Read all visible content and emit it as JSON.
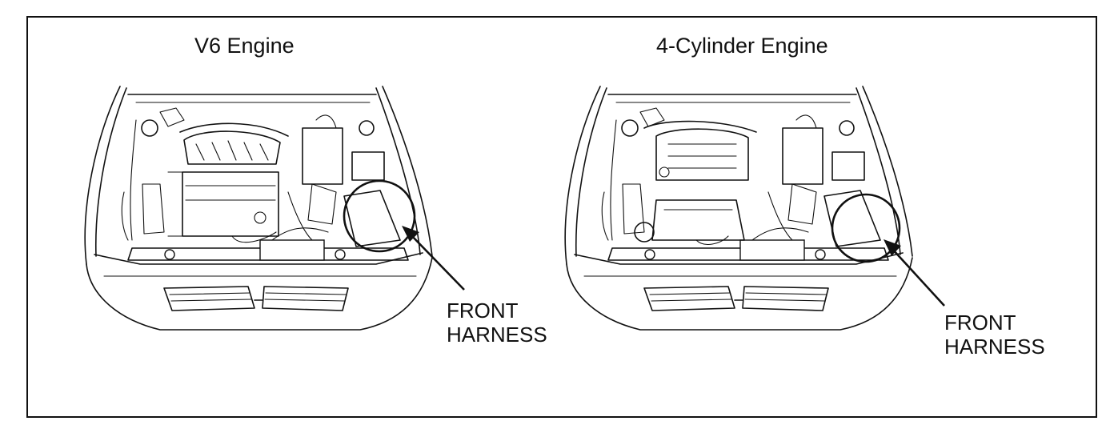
{
  "panels": [
    {
      "title": "V6 Engine",
      "callout_line1": "FRONT",
      "callout_line2": "HARNESS"
    },
    {
      "title": "4-Cylinder Engine",
      "callout_line1": "FRONT",
      "callout_line2": "HARNESS"
    }
  ],
  "colors": {
    "line": "#111111",
    "background": "#ffffff"
  }
}
